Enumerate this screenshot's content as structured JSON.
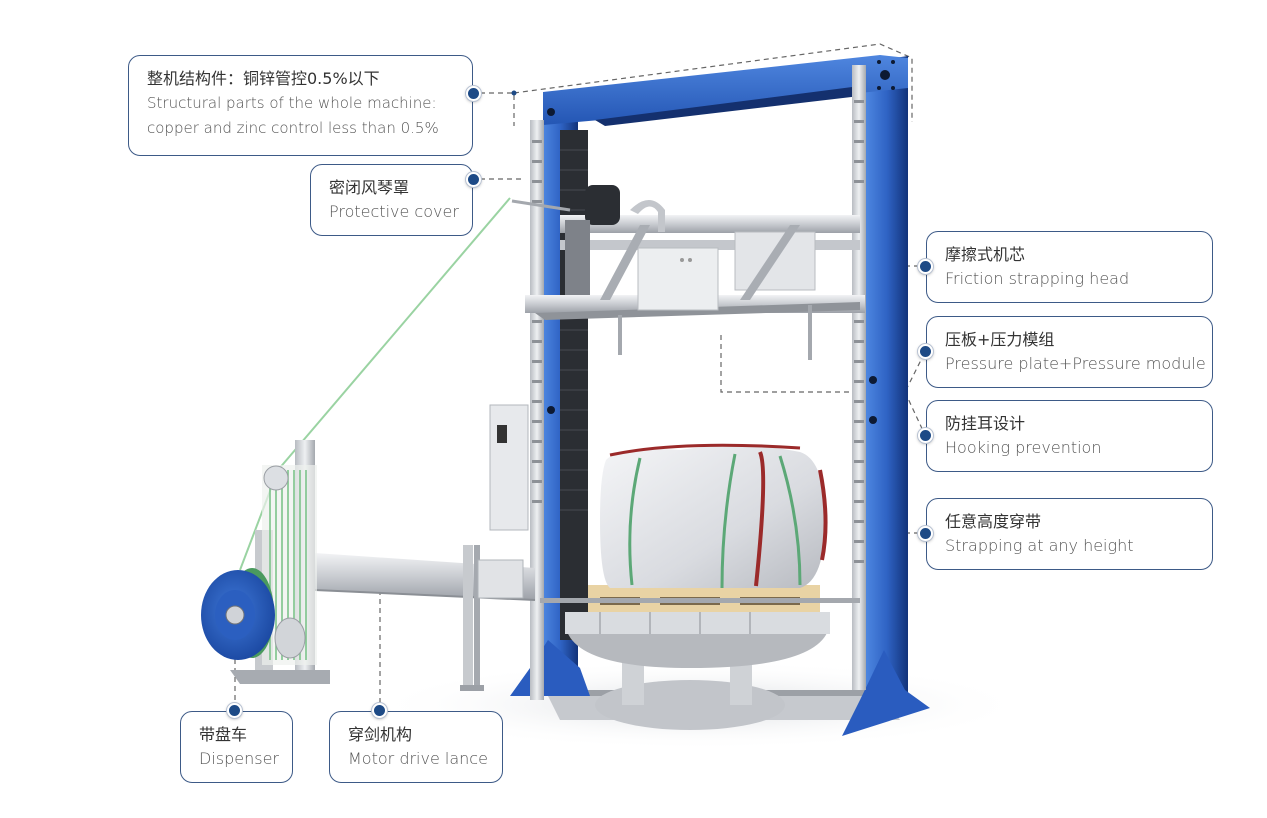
{
  "diagram": {
    "subject": "Vertical pallet strapping machine",
    "accent_color": "#1d4a86",
    "frame_color": "#2f63c4",
    "callouts": [
      {
        "id": "structure",
        "zh": "整机结构件：铜锌管控0.5%以下",
        "en_line1": "Structural parts of the whole machine:",
        "en_line2": "copper and zinc control less than 0.5%"
      },
      {
        "id": "cover",
        "zh": "密闭风琴罩",
        "en": "Protective cover"
      },
      {
        "id": "head",
        "zh": "摩擦式机芯",
        "en": "Friction strapping head"
      },
      {
        "id": "pressure",
        "zh": "压板+压力模组",
        "en": "Pressure plate+Pressure module"
      },
      {
        "id": "hooking",
        "zh": "防挂耳设计",
        "en": "Hooking prevention"
      },
      {
        "id": "height",
        "zh": "任意高度穿带",
        "en": "Strapping at any height"
      },
      {
        "id": "dispenser",
        "zh": "带盘车",
        "en": "Dispenser"
      },
      {
        "id": "lance",
        "zh": "穿剑机构",
        "en": "Motor drive lance"
      }
    ]
  }
}
